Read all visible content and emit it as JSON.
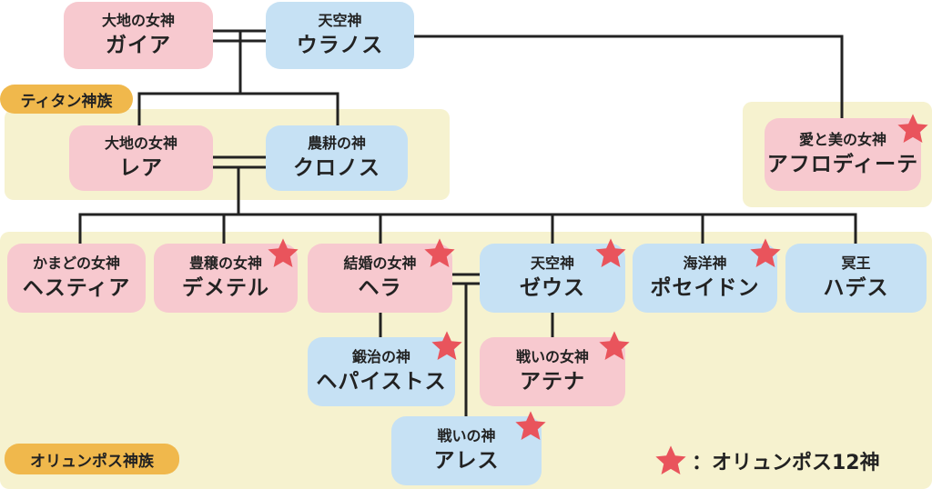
{
  "colors": {
    "female": "#f7c9cf",
    "male": "#c6e1f4",
    "region": "#f6f2cf",
    "group_label": "#f0b84c",
    "star": "#e9545c",
    "line": "#222222"
  },
  "groups": {
    "titan": "ティタン神族",
    "olympian": "オリュンポス神族"
  },
  "nodes": {
    "gaia": {
      "title": "大地の女神",
      "name": "ガイア",
      "olympian": false
    },
    "uranus": {
      "title": "天空神",
      "name": "ウラノス",
      "olympian": false
    },
    "rhea": {
      "title": "大地の女神",
      "name": "レア",
      "olympian": false
    },
    "cronus": {
      "title": "農耕の神",
      "name": "クロノス",
      "olympian": false
    },
    "aphrodite": {
      "title": "愛と美の女神",
      "name": "アフロディーテ",
      "olympian": true
    },
    "hestia": {
      "title": "かまどの女神",
      "name": "ヘスティア",
      "olympian": false
    },
    "demeter": {
      "title": "豊穣の女神",
      "name": "デメテル",
      "olympian": true
    },
    "hera": {
      "title": "結婚の女神",
      "name": "ヘラ",
      "olympian": true
    },
    "zeus": {
      "title": "天空神",
      "name": "ゼウス",
      "olympian": true
    },
    "poseidon": {
      "title": "海洋神",
      "name": "ポセイドン",
      "olympian": true
    },
    "hades": {
      "title": "冥王",
      "name": "ハデス",
      "olympian": false
    },
    "hephaestus": {
      "title": "鍛治の神",
      "name": "ヘパイストス",
      "olympian": true
    },
    "athena": {
      "title": "戦いの女神",
      "name": "アテナ",
      "olympian": true
    },
    "ares": {
      "title": "戦いの神",
      "name": "アレス",
      "olympian": true
    }
  },
  "legend": {
    "icon": "star-icon",
    "label": "：オリュンポス12神"
  }
}
